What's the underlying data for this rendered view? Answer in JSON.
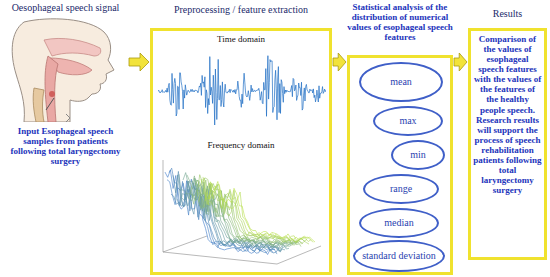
{
  "diagram": {
    "nodes": [
      {
        "text": [
          "Oesophageal speech signal",
          "Input Esophageal speech samples from patients following total laryngectomy surgery"
        ]
      },
      {
        "text": [
          "Preprocessing / feature extraction",
          "Time domain",
          "Frequency domain"
        ]
      },
      {
        "text": [
          "Statistical analysis of the distribution of numerical values of esophageal speech features"
        ]
      },
      {
        "text": [
          "mean"
        ],
        "in": 2
      },
      {
        "text": [
          "max"
        ],
        "in": 2
      },
      {
        "text": [
          "min"
        ],
        "in": 2
      },
      {
        "text": [
          "range"
        ],
        "in": 2
      },
      {
        "text": [
          "median"
        ],
        "in": 2
      },
      {
        "text": [
          "standard deviation"
        ],
        "in": 2
      },
      {
        "text": [
          "Results",
          "Comparison of the values of esophageal speech features with the values of the features of the healthy people speech. Research results will support the process of speech rehabilitation patients following total laryngectomy surgery"
        ]
      }
    ],
    "edges": [
      {
        "from": 0,
        "to": 1,
        "arrow": "to"
      },
      {
        "from": 1,
        "to": 2,
        "arrow": "to"
      },
      {
        "from": 2,
        "to": 9,
        "arrow": "to"
      }
    ]
  }
}
